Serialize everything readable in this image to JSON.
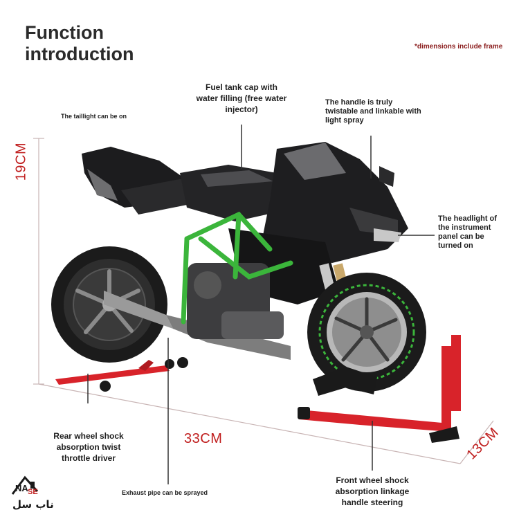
{
  "title": {
    "line1": "Function",
    "line2": "introduction"
  },
  "note": "*dimensions include frame",
  "callouts": {
    "taillight": "The taillight can be on",
    "fuel_tank": "Fuel tank cap with water filling (free water injector)",
    "handle": "The handle is truly twistable and linkable with light spray",
    "headlight": "The headlight of the instrument panel can be turned on",
    "rear_wheel": "Rear wheel shock absorption twist throttle driver",
    "exhaust": "Exhaust pipe can be sprayed",
    "front_wheel": "Front wheel shock absorption linkage handle steering"
  },
  "dimensions": {
    "height": "19CM",
    "length": "33CM",
    "width": "13CM"
  },
  "logo": {
    "latin_a": "NA",
    "latin_b": "SE",
    "arabic": "ناب سل"
  },
  "colors": {
    "accent": "#c01e1e",
    "frame_green": "#3bb53b",
    "stand_red": "#d8232a",
    "body": "#1c1c1e"
  }
}
